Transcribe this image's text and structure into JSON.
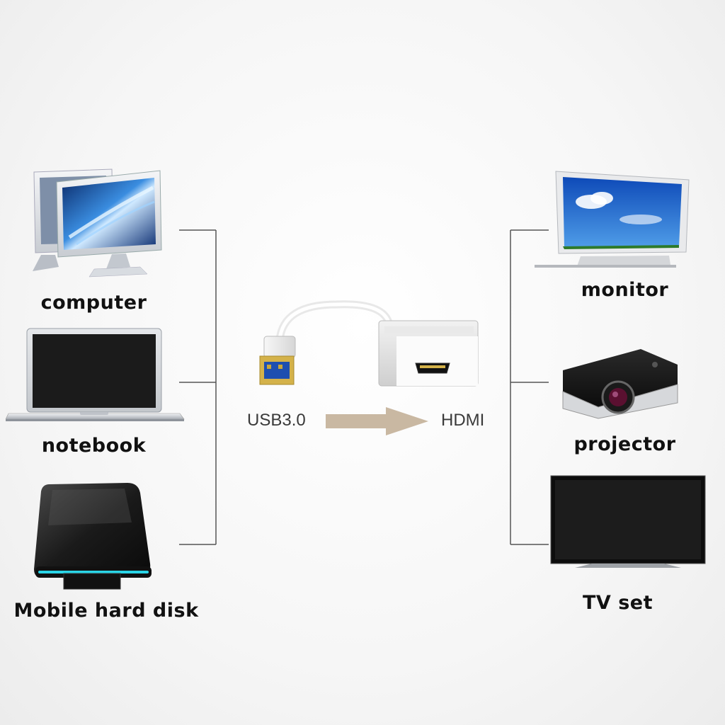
{
  "left_devices": [
    {
      "label": "computer",
      "icon": "desktop-computer-icon"
    },
    {
      "label": "notebook",
      "icon": "laptop-icon"
    },
    {
      "label": "Mobile hard disk",
      "icon": "hard-disk-icon"
    }
  ],
  "right_devices": [
    {
      "label": "monitor",
      "icon": "monitor-icon"
    },
    {
      "label": "projector",
      "icon": "projector-icon"
    },
    {
      "label": "TV set",
      "icon": "tv-icon"
    }
  ],
  "adapter": {
    "input_label": "USB3.0",
    "output_label": "HDMI",
    "icon": "usb-to-hdmi-adapter-icon",
    "arrow_color": "#c9b8a2"
  },
  "colors": {
    "connector_line": "#555555",
    "label_text": "#111111"
  }
}
